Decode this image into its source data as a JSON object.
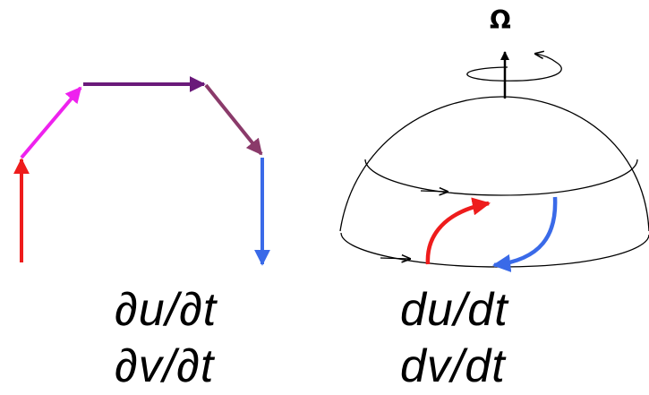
{
  "left_panel": {
    "line1": "∂u/∂t",
    "line2": "∂v/∂t"
  },
  "right_panel": {
    "omega": "Ω",
    "line1": "du/dt",
    "line2": "dv/dt"
  },
  "colors": {
    "red": "#ee1c1c",
    "magenta": "#ee22ee",
    "purple": "#6a1a7a",
    "mauve": "#8a3a6a",
    "blue": "#3a6ae8",
    "black": "#000000"
  }
}
